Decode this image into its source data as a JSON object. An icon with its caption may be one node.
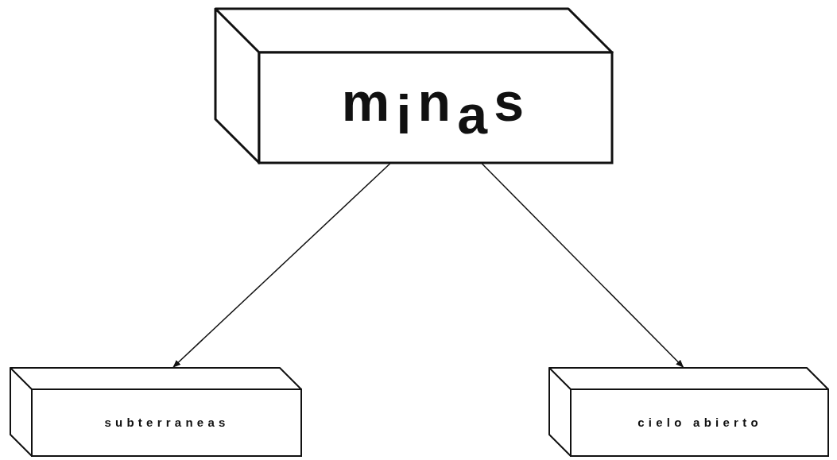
{
  "diagram": {
    "nodes": [
      {
        "text": [
          "minas"
        ]
      },
      {
        "text": [
          "subterraneas"
        ]
      },
      {
        "text": [
          "cielo abierto"
        ]
      }
    ],
    "edges": [
      {
        "from": 0,
        "to": 1,
        "arrow": "to"
      },
      {
        "from": 0,
        "to": 2,
        "arrow": "to"
      }
    ]
  }
}
